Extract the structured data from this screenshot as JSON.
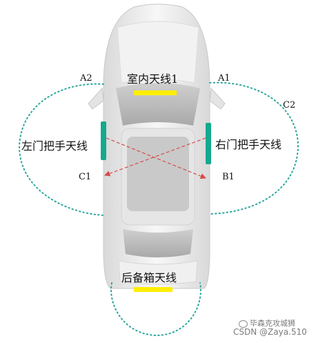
{
  "colors": {
    "coverage_line": "#2aa79b",
    "door_antenna": "#14a98e",
    "highlight_bar": "#ffee00",
    "cross_line": "#d84b4b",
    "car_body": "#eeeeee",
    "glass": "#bfbfbf"
  },
  "labels": {
    "interior_antenna": "室内天线1",
    "left_door_antenna": "左门把手天线",
    "right_door_antenna": "右门把手天线",
    "trunk_antenna": "后备箱天线",
    "a1": "A1",
    "a2": "A2",
    "b1": "B1",
    "c1": "C1",
    "c2": "C2"
  },
  "watermark": {
    "channel": "毕森克攻城狮",
    "credit": "CSDN @Zaya.510"
  }
}
